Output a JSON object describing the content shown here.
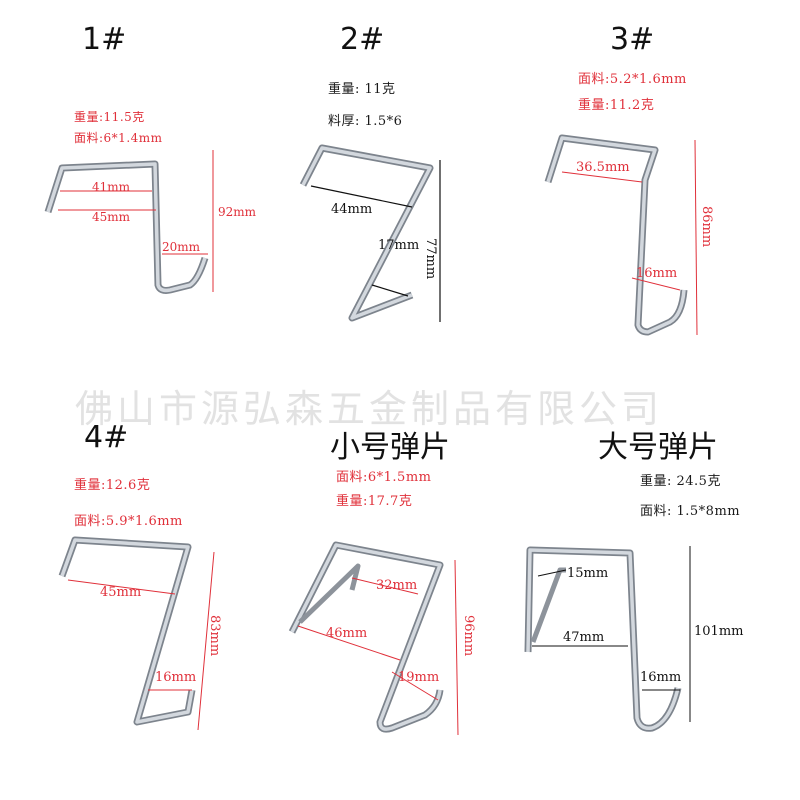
{
  "watermark": "佛山市源弘森五金制品有限公司",
  "colors": {
    "annotation_red": "#e0303a",
    "metal": "#b8bec6",
    "metal_edge": "#7d848d"
  },
  "products": [
    {
      "title": "1#",
      "spec1": "重量:11.5克",
      "spec2": "面料:6*1.4mm",
      "dims": [
        "41mm",
        "45mm",
        "20mm",
        "92mm"
      ]
    },
    {
      "title": "2#",
      "spec1": "重量: 11克",
      "spec2": "料厚: 1.5*6",
      "dims": [
        "44mm",
        "17mm",
        "77mm"
      ]
    },
    {
      "title": "3#",
      "spec1": "面料:5.2*1.6mm",
      "spec2": "重量:11.2克",
      "dims": [
        "36.5mm",
        "16mm",
        "86mm"
      ]
    },
    {
      "title": "4#",
      "spec1": "重量:12.6克",
      "spec2": "面料:5.9*1.6mm",
      "dims": [
        "45mm",
        "16mm",
        "83mm"
      ]
    },
    {
      "title": "小号弹片",
      "spec1": "面料:6*1.5mm",
      "spec2": "重量:17.7克",
      "dims": [
        "32mm",
        "46mm",
        "19mm",
        "96mm"
      ]
    },
    {
      "title": "大号弹片",
      "spec1": "重量: 24.5克",
      "spec2": "面料: 1.5*8mm",
      "dims": [
        "15mm",
        "47mm",
        "16mm",
        "101mm"
      ]
    }
  ]
}
